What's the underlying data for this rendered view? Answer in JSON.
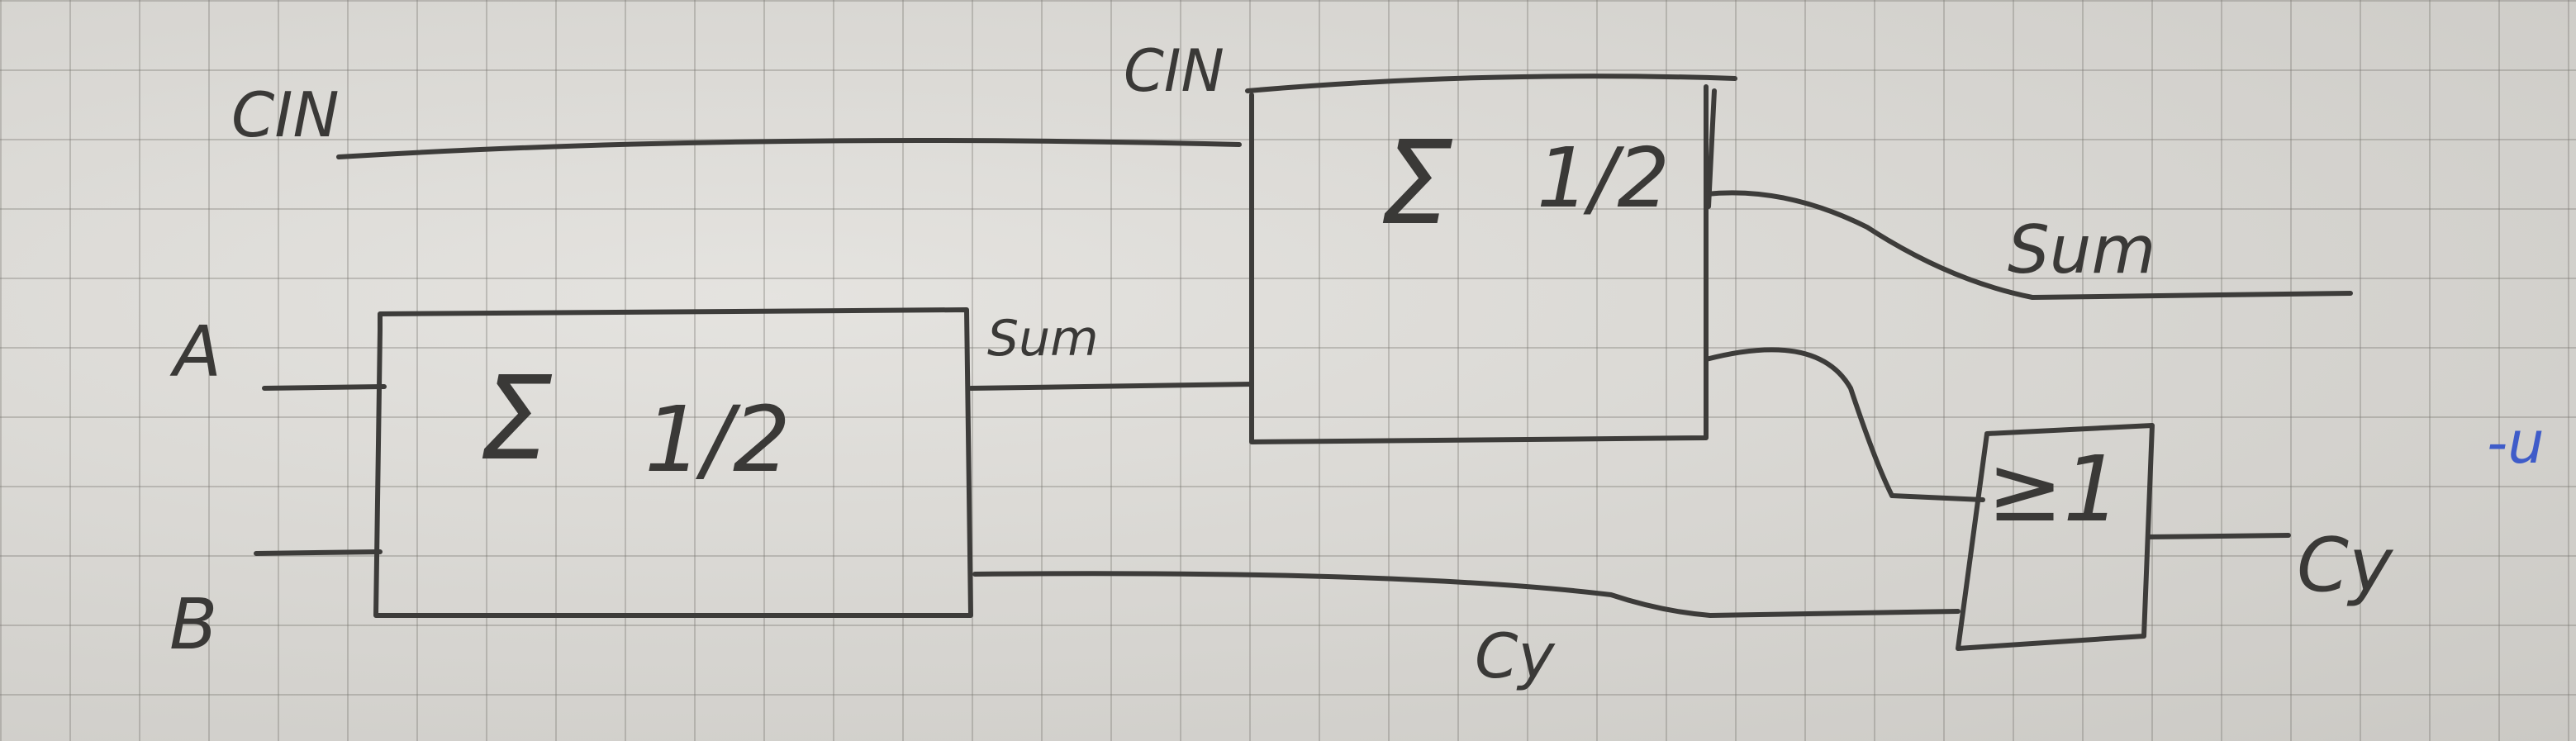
{
  "labels": {
    "cin_left": "CIN",
    "cin_top": "CIN",
    "a": "A",
    "b": "B",
    "sum_mid": "Sum",
    "sum_out": "Sum",
    "cy_out": "Cy",
    "cy_mid": "Cy",
    "margin_mark": "-u"
  },
  "blocks": {
    "half_adder_1": {
      "symbol": "Σ",
      "fraction": "1/2"
    },
    "half_adder_2": {
      "symbol": "Σ",
      "fraction": "1/2"
    },
    "or_gate": {
      "symbol": "≥1"
    }
  },
  "colors": {
    "ink": "#3d3c3a",
    "paper": "#dcdad5",
    "grid": "#8a8882",
    "blue_ink": "#3f5cc9"
  }
}
